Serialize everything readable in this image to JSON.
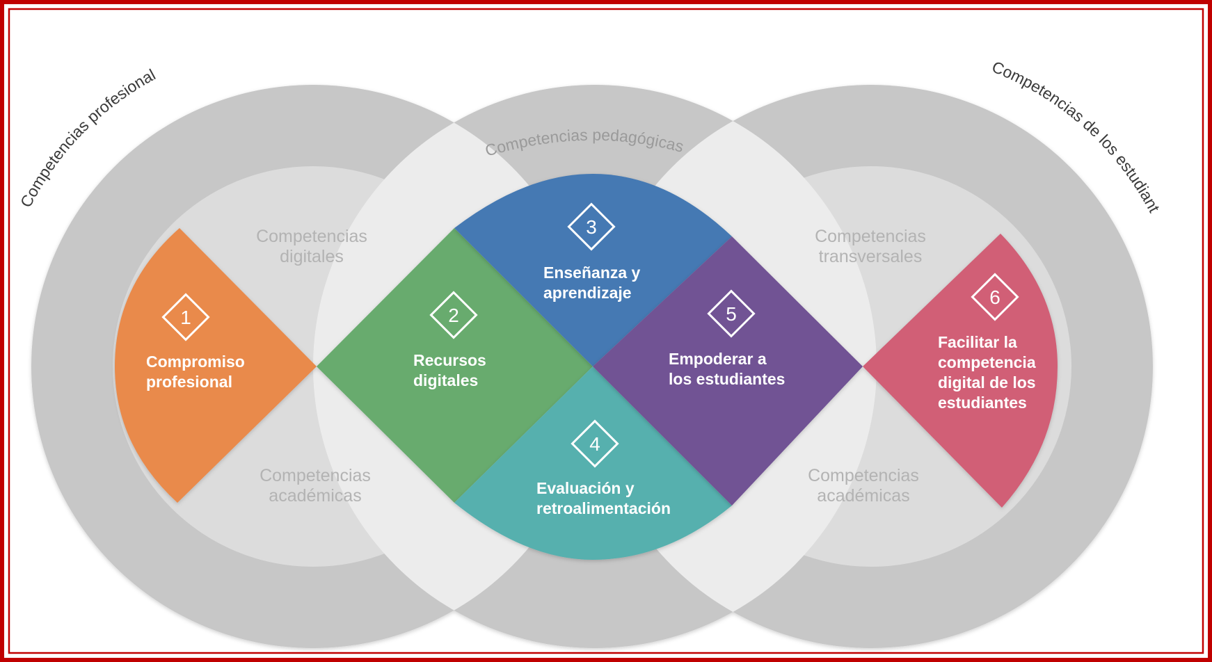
{
  "outer_labels": {
    "left": "Competencias profesionales",
    "right": "Competencias de los estudiantes",
    "top": "Competencias pedagógicas"
  },
  "zone_labels": {
    "left_top": [
      "Competencias",
      "digitales"
    ],
    "left_bottom": [
      "Competencias",
      "académicas"
    ],
    "right_top": [
      "Competencias",
      "transversales"
    ],
    "right_bottom": [
      "Competencias",
      "académicas"
    ]
  },
  "areas": [
    {
      "number": "1",
      "lines": [
        "Compromiso",
        "profesional"
      ],
      "color": "#e98a4b"
    },
    {
      "number": "2",
      "lines": [
        "Recursos",
        "digitales"
      ],
      "color": "#67ab6e"
    },
    {
      "number": "3",
      "lines": [
        "Enseñanza y",
        "aprendizaje"
      ],
      "color": "#4479b3"
    },
    {
      "number": "4",
      "lines": [
        "Evaluación y",
        "retroalimentación"
      ],
      "color": "#57b0ae"
    },
    {
      "number": "5",
      "lines": [
        "Empoderar a",
        "los estudiantes"
      ],
      "color": "#715394"
    },
    {
      "number": "6",
      "lines": [
        "Facilitar la",
        "competencia",
        "digital de los",
        "estudiantes"
      ],
      "color": "#d15f76"
    }
  ],
  "colors": {
    "frame": "#c00000",
    "outer_ring": "#c7c7c7",
    "inner_disc": "#dcdcdc",
    "overlap": "#ececec"
  }
}
